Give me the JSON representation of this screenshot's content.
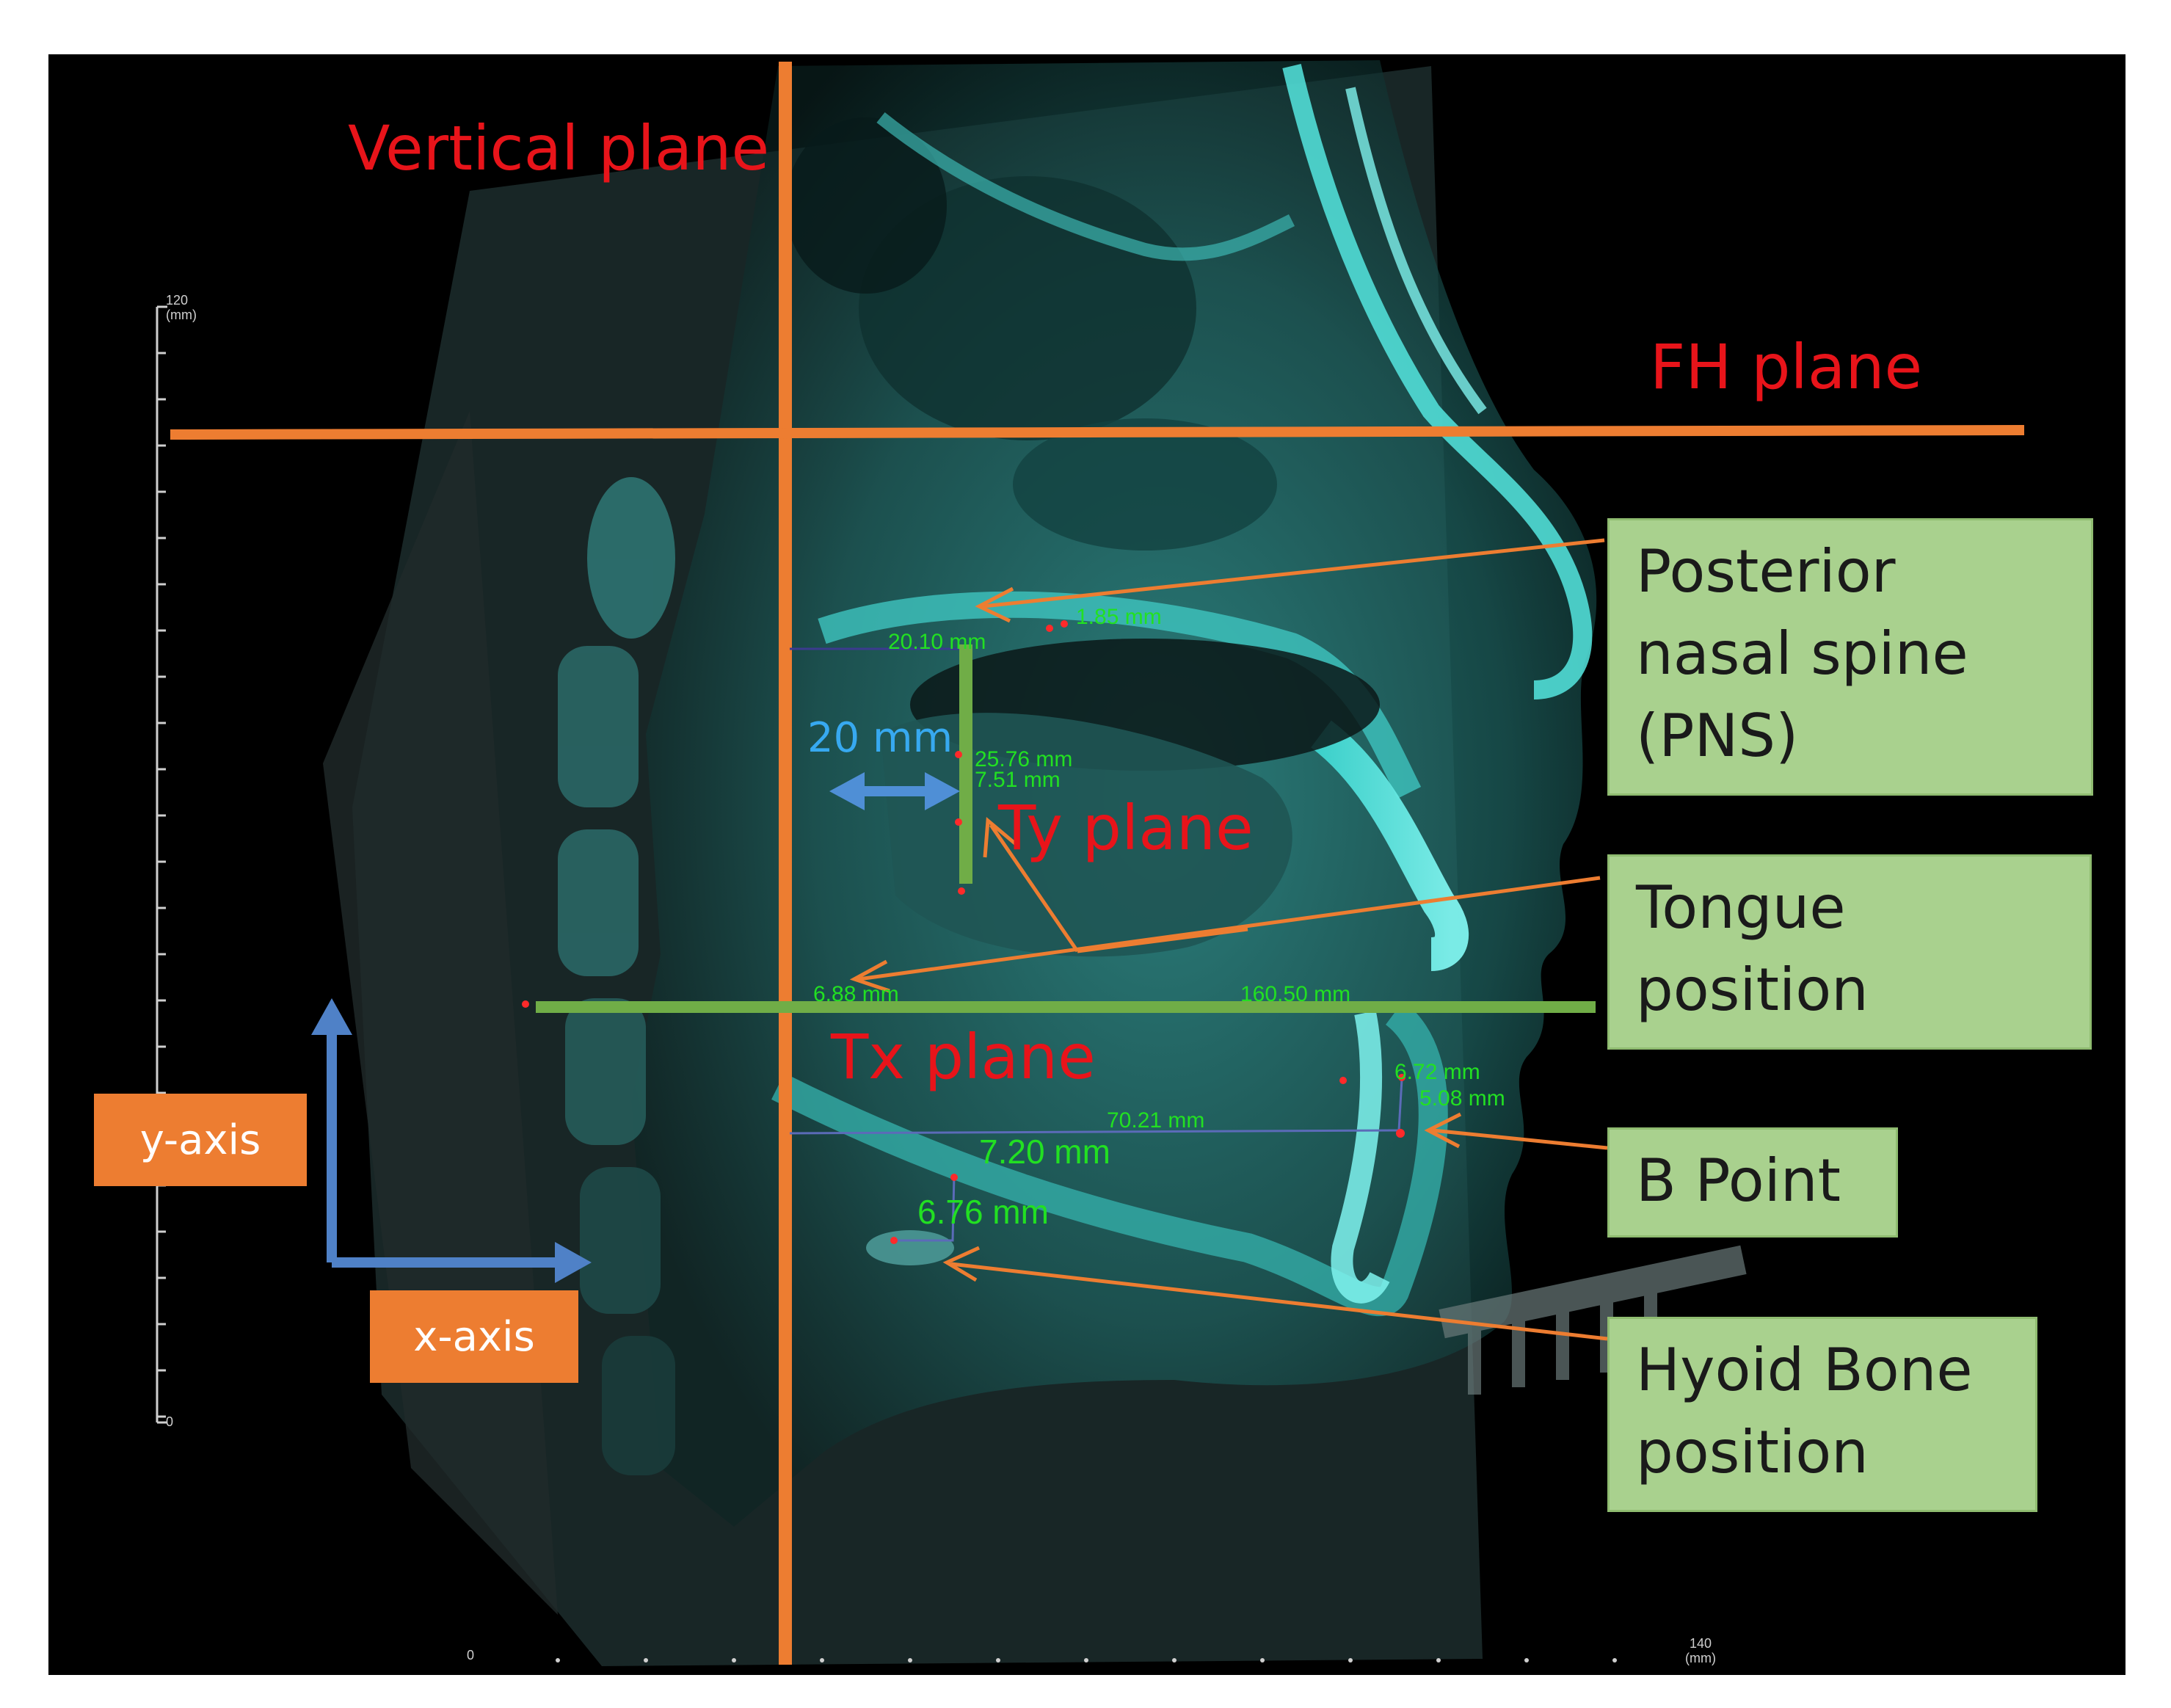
{
  "figure": {
    "planes": {
      "vertical": "Vertical plane",
      "fh": "FH plane",
      "ty": "Ty plane",
      "tx": "Tx plane"
    },
    "callouts": {
      "pns": [
        "Posterior",
        "nasal spine",
        "(PNS)"
      ],
      "tongue": [
        "Tongue",
        "position"
      ],
      "b_point": "B Point",
      "hyoid": [
        "Hyoid Bone",
        "position"
      ]
    },
    "axes": {
      "y_label": "y-axis",
      "x_label": "x-axis"
    },
    "offset_label": "20 mm",
    "measurements": {
      "m1": "1.85 mm",
      "m2": "20.10 mm",
      "m3": "25.76 mm",
      "m4": "7.51 mm",
      "m5": "6.88 mm",
      "m6": "160.50 mm",
      "m7": "6.72 mm",
      "m8": "5.08 mm",
      "m9": "70.21 mm",
      "m10": "7.20 mm",
      "m11": "6.76 mm"
    },
    "scale": {
      "top": "120",
      "unit": "(mm)",
      "bottom": "0",
      "x_start": "0",
      "x_end": "140"
    },
    "colors": {
      "plane_line": "#ed7d31",
      "plane_text": "#e8141a",
      "green_line": "#70ad47",
      "callout_fill": "#a9d18e",
      "axis_box": "#ed7d31",
      "axis_arrow": "#4f81c7",
      "measurement_text": "#22e022",
      "scan_tint": "#35c9c4"
    }
  }
}
